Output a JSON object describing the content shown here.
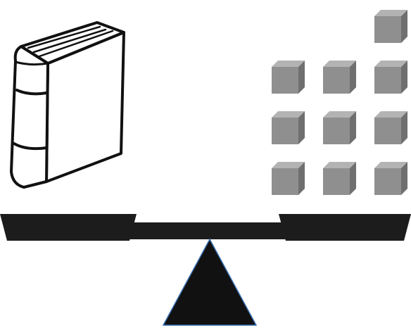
{
  "scene": {
    "left_pan": {
      "object": "book",
      "icon": "book-icon"
    },
    "right_pan": {
      "object": "cubes",
      "icon": "cube-icon",
      "cube_count": 10,
      "cube_colors": {
        "front": "#8f8f8f",
        "top": "#b3b3b3",
        "side": "#6f6f6f"
      }
    },
    "balance": {
      "beam_color": "#1c1c1c",
      "fulcrum_color": "#111111",
      "fulcrum_edge_color": "#3a6fb0"
    }
  }
}
